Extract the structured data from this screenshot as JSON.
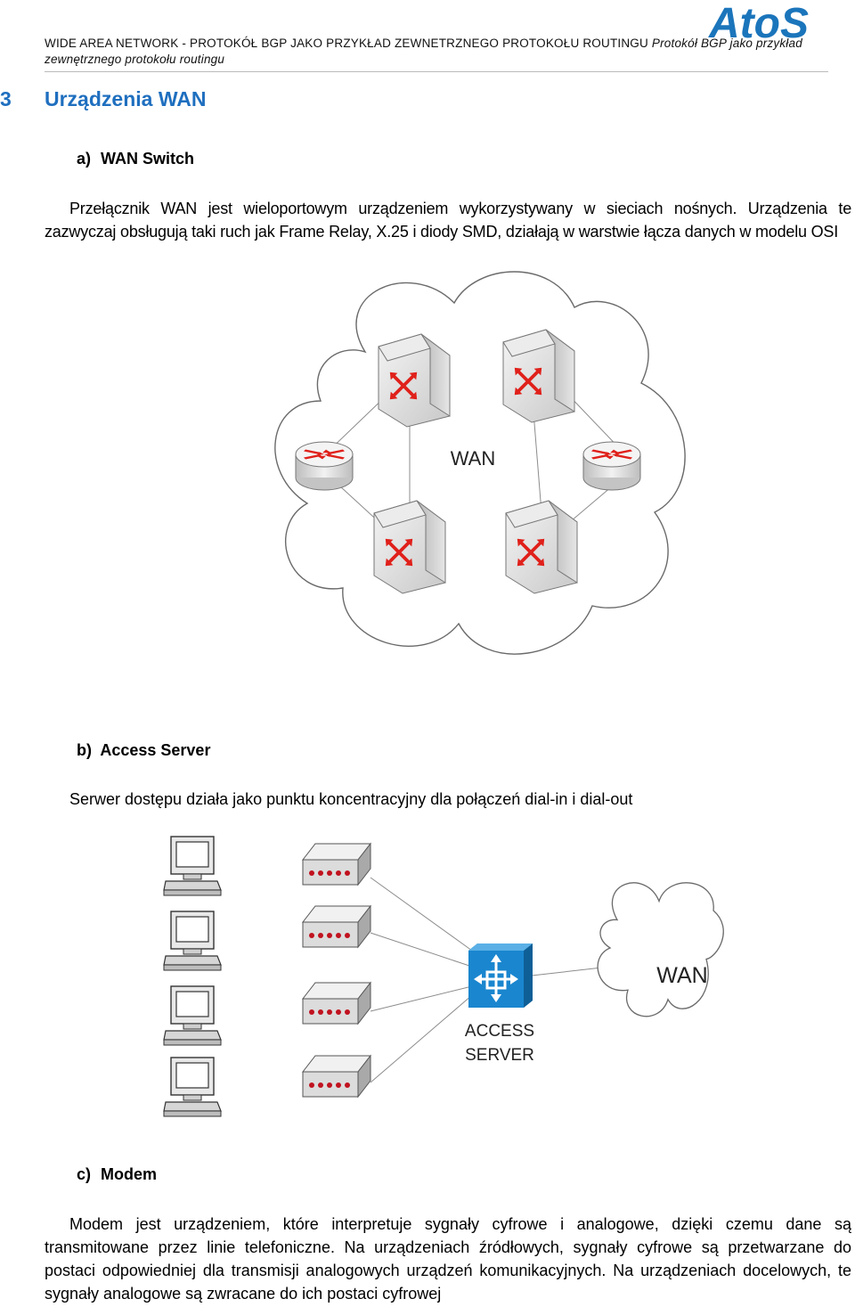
{
  "header": {
    "title_caps": "WIDE AREA NETWORK - PROTOKÓŁ BGP JAKO PRZYKŁAD ZEWNETRZNEGO PROTOKOŁU ROUTINGU",
    "title_sub": "Protokół BGP jako przykład zewnętrznego protokołu routingu",
    "logo_text": "AtoS",
    "logo_color": "#1b75bb"
  },
  "section": {
    "number": "3",
    "title": "Urządzenia WAN",
    "color": "#1f6fbf"
  },
  "wan_switch": {
    "label": "a)",
    "heading": "WAN Switch",
    "text": "Przełącznik WAN jest wieloportowym urządzeniem wykorzystywany w sieciach nośnych. Urządzenia te zazwyczaj obsługują taki ruch jak Frame Relay, X.25 i diody SMD, działają w warstwie łącza danych w modelu OSI",
    "diagram_cloud_label": "WAN"
  },
  "access_server": {
    "label": "b)",
    "heading": "Access Server",
    "text": "Serwer dostępu działa jako punktu koncentracyjny dla połączeń dial-in i dial-out",
    "diagram_cloud_label": "WAN",
    "server_label_line1": "ACCESS",
    "server_label_line2": "SERVER"
  },
  "modem": {
    "label": "c)",
    "heading": "Modem",
    "text": "Modem jest urządzeniem, które interpretuje sygnały cyfrowe i analogowe, dzięki czemu dane są transmitowane przez linie telefoniczne. Na urządzeniach źródłowych, sygnały cyfrowe są przetwarzane do postaci odpowiedniej dla transmisji analogowych urządzeń komunikacyjnych. Na urządzeniach docelowych, te sygnały analogowe są zwracane do ich postaci cyfrowej"
  },
  "colors": {
    "arrow_red": "#e0201a",
    "device_gray": "#d9d9d9",
    "line_gray": "#8c8c8c"
  }
}
